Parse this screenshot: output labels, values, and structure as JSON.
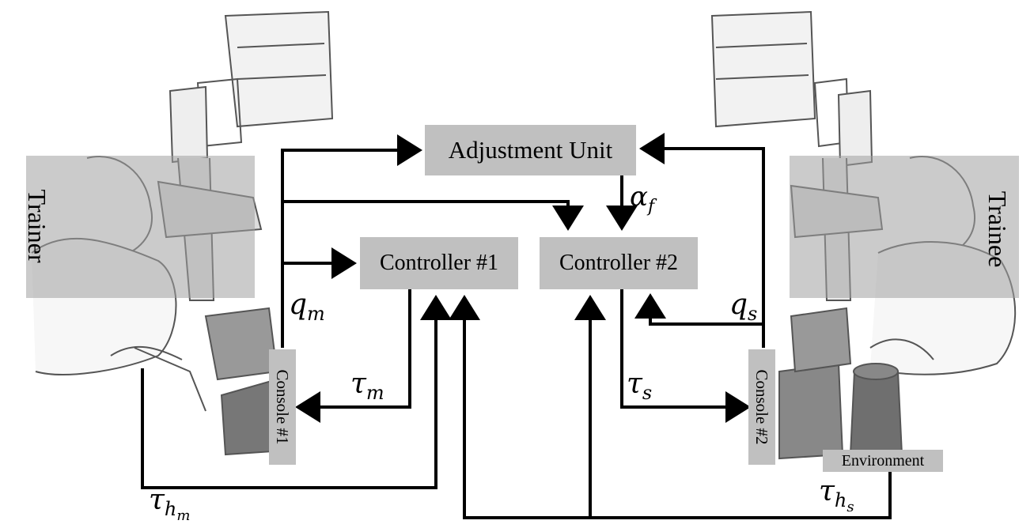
{
  "blocks": {
    "adjustment_unit": "Adjustment Unit",
    "controller_1": "Controller #1",
    "controller_2": "Controller #2",
    "environment": "Environment"
  },
  "side_labels": {
    "trainer": "Trainer",
    "trainee": "Trainee",
    "console_1": "Console #1",
    "console_2": "Console #2"
  },
  "signals": {
    "q_m": {
      "base": "q",
      "sub": "m"
    },
    "q_s": {
      "base": "q",
      "sub": "s"
    },
    "tau_m": {
      "base": "τ",
      "sub": "m"
    },
    "tau_s": {
      "base": "τ",
      "sub": "s"
    },
    "alpha_f": {
      "base": "α",
      "sub": "f"
    },
    "tau_hm": {
      "base": "τ",
      "sub": "h",
      "subsub": "m"
    },
    "tau_hs": {
      "base": "τ",
      "sub": "h",
      "subsub": "s"
    }
  }
}
